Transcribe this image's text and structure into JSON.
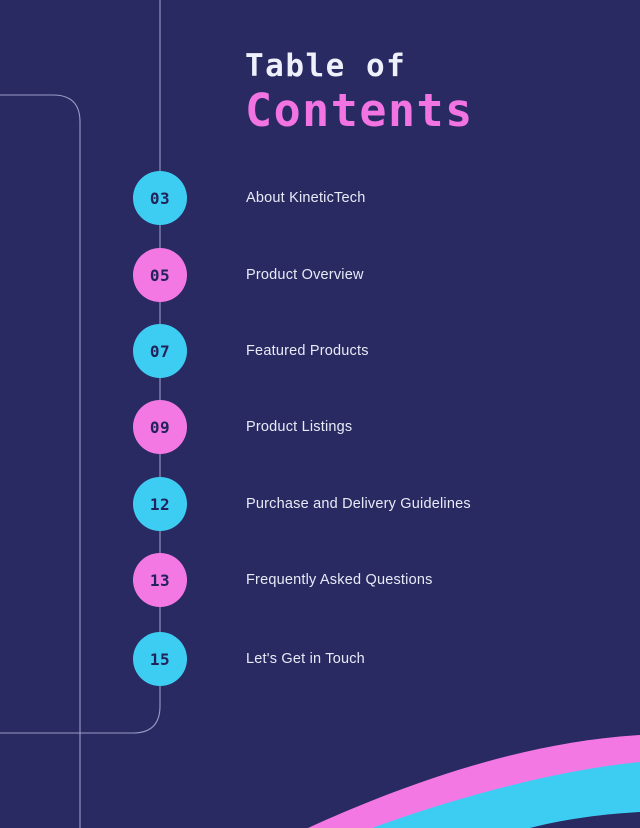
{
  "slide": {
    "background_color": "#292a61",
    "title_line1": "Table of",
    "title_line2": "Contents",
    "title_line1_color": "#eef0fb",
    "title_line2_color": "#f273e2"
  },
  "accent_colors": {
    "cyan": "#3ecdf2",
    "pink": "#f478e4",
    "line": "#9a9cc8",
    "number_text": "#23235c"
  },
  "contents": [
    {
      "number": "03",
      "label": "About KineticTech",
      "badge_color": "cyan"
    },
    {
      "number": "05",
      "label": "Product Overview",
      "badge_color": "pink"
    },
    {
      "number": "07",
      "label": "Featured Products",
      "badge_color": "cyan"
    },
    {
      "number": "09",
      "label": "Product Listings",
      "badge_color": "pink"
    },
    {
      "number": "12",
      "label": "Purchase and Delivery Guidelines",
      "badge_color": "cyan"
    },
    {
      "number": "13",
      "label": "Frequently Asked Questions",
      "badge_color": "pink"
    },
    {
      "number": "15",
      "label": "Let's Get in Touch",
      "badge_color": "cyan"
    }
  ],
  "decor": {
    "timeline_line_name": "vertical-timeline-line",
    "rounded_frame_name": "rounded-corner-outline",
    "wave_pink_color": "#f478e4",
    "wave_cyan_color": "#3ecdf2"
  }
}
